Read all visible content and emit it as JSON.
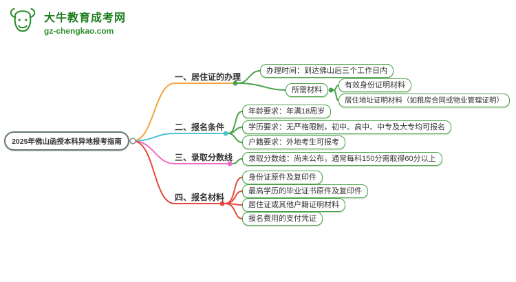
{
  "logo": {
    "site_name": "大牛教育成考网",
    "site_url": "gz-chengkao.com"
  },
  "root": {
    "label": "2025年佛山函授本科异地报考指南"
  },
  "branches": [
    {
      "label": "一、居住证的办理",
      "color": "#f2a53e",
      "children": [
        {
          "label": "办理时间：到达佛山后三个工作日内"
        },
        {
          "label": "所需材料",
          "children": [
            {
              "label": "有效身份证明材料"
            },
            {
              "label": "居住地址证明材料（如租房合同或物业管理证明）"
            }
          ]
        }
      ]
    },
    {
      "label": "二、报名条件",
      "color": "#4cc3d2",
      "children": [
        {
          "label": "年龄要求：年满18周岁"
        },
        {
          "label": "学历要求：无严格限制，初中、高中、中专及大专均可报名"
        },
        {
          "label": "户籍要求：外地考生可报考"
        }
      ]
    },
    {
      "label": "三、录取分数线",
      "color": "#ef6cc0",
      "children": [
        {
          "label": "录取分数线：尚未公布，通常每科150分需取得60分以上"
        }
      ]
    },
    {
      "label": "四、报名材料",
      "color": "#e2493f",
      "children": [
        {
          "label": "身份证原件及复印件"
        },
        {
          "label": "最高学历的毕业证书原件及复印件"
        },
        {
          "label": "居住证或其他户籍证明材料"
        },
        {
          "label": "报名费用的支付凭证"
        }
      ]
    }
  ],
  "colors": {
    "branch_green": "#4aa14a",
    "branch_orange": "#f2a53e",
    "branch_cyan": "#4cc3d2",
    "branch_pink": "#ef6cc0",
    "branch_red": "#e2493f",
    "logo_green": "#2f8f2f",
    "root_border": "#64786a",
    "text": "#333333"
  }
}
